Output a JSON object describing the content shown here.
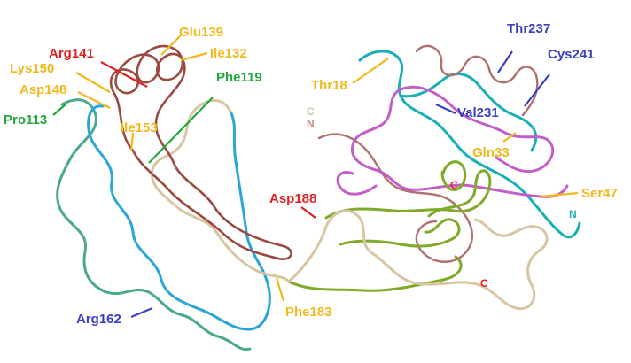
{
  "colors": {
    "red": "#e02020",
    "yellow": "#f2b81c",
    "green": "#23a83a",
    "blue": "#3a3fc2",
    "cyan": "#18b0b8",
    "brown": "#9a4a40",
    "tan": "#d8c5a2",
    "teal": "#4aa88c",
    "skyblue": "#2aa6d8",
    "olive": "#7faa2a",
    "magenta": "#c35ec8",
    "mauve": "#b07070"
  },
  "labels": {
    "arg141": "Arg141",
    "glu139": "Glu139",
    "ile132": "Ile132",
    "lys150": "Lys150",
    "asp148": "Asp148",
    "pro113": "Pro113",
    "ile153": "Ile153",
    "phe119": "Phe119",
    "arg162": "Arg162",
    "asp188": "Asp188",
    "phe183": "Phe183",
    "thr18": "Thr18",
    "thr237": "Thr237",
    "cys241": "Cys241",
    "val231": "Val231",
    "gln33": "Gln33",
    "ser47": "Ser47"
  },
  "termini": {
    "left_c": "C",
    "left_n": "N",
    "right_c_upper": "C",
    "right_n": "N",
    "right_c_lower": "C"
  }
}
